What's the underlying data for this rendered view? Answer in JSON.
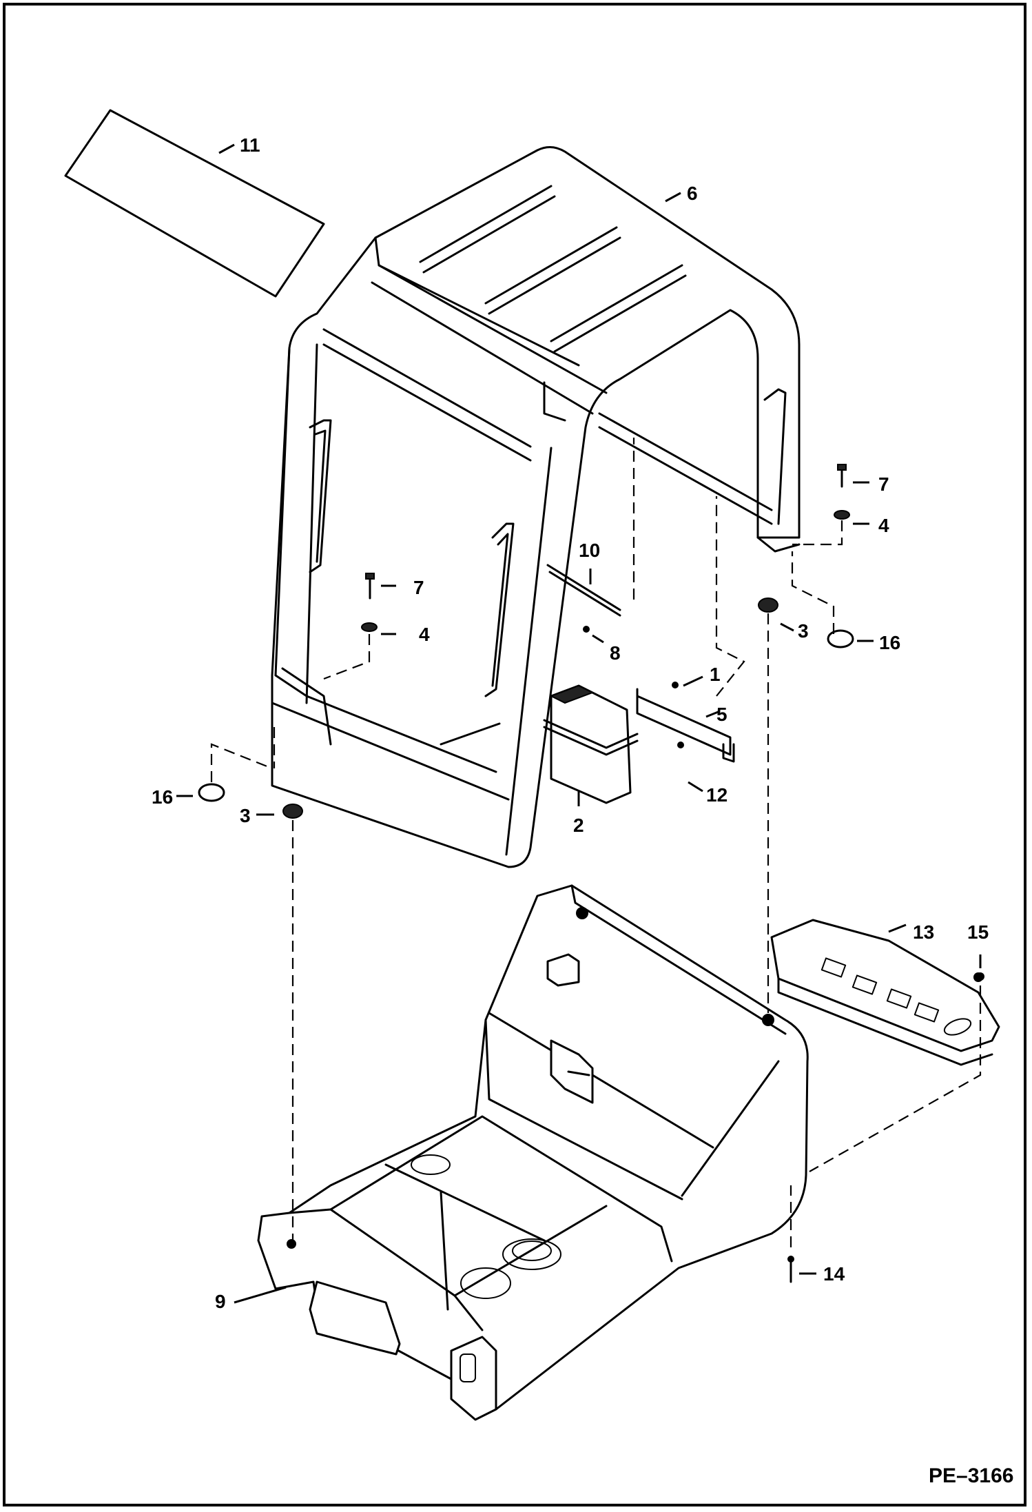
{
  "callouts": [
    {
      "id": "c1",
      "label": "1"
    },
    {
      "id": "c2",
      "label": "2"
    },
    {
      "id": "c3a",
      "label": "3"
    },
    {
      "id": "c3b",
      "label": "3"
    },
    {
      "id": "c4a",
      "label": "4"
    },
    {
      "id": "c4b",
      "label": "4"
    },
    {
      "id": "c5",
      "label": "5"
    },
    {
      "id": "c6",
      "label": "6"
    },
    {
      "id": "c7a",
      "label": "7"
    },
    {
      "id": "c7b",
      "label": "7"
    },
    {
      "id": "c8",
      "label": "8"
    },
    {
      "id": "c9",
      "label": "9"
    },
    {
      "id": "c10",
      "label": "10"
    },
    {
      "id": "c11",
      "label": "11"
    },
    {
      "id": "c12",
      "label": "12"
    },
    {
      "id": "c13",
      "label": "13"
    },
    {
      "id": "c14",
      "label": "14"
    },
    {
      "id": "c15",
      "label": "15"
    },
    {
      "id": "c16a",
      "label": "16"
    },
    {
      "id": "c16b",
      "label": "16"
    }
  ],
  "figure_ref": "PE–3166"
}
